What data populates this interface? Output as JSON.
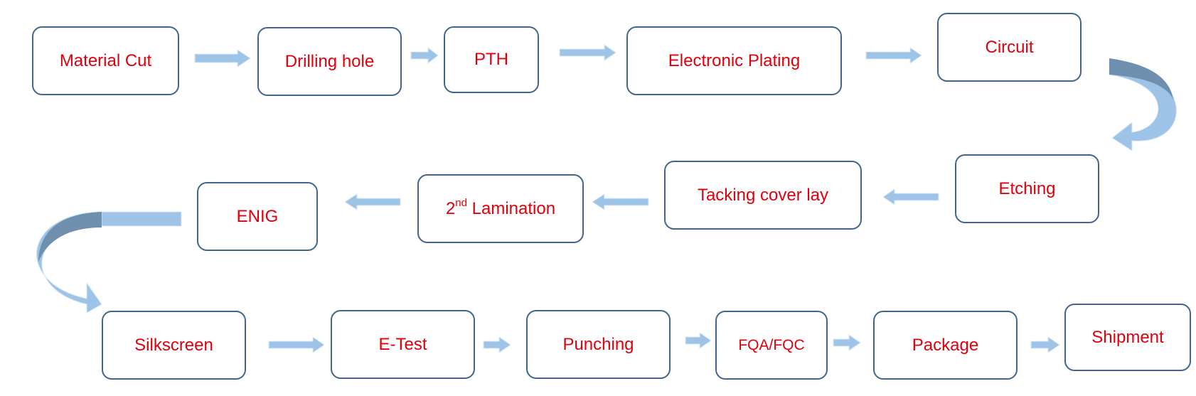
{
  "colors": {
    "box_border": "#41658e",
    "text": "#e0000d",
    "arrow_fill": "#9dc3e6",
    "arrow_dark": "#6e8fae"
  },
  "steps": [
    {
      "id": "material-cut",
      "label": "Material Cut"
    },
    {
      "id": "drilling-hole",
      "label": "Drilling hole"
    },
    {
      "id": "pth",
      "label": "PTH"
    },
    {
      "id": "electronic-plating",
      "label": "Electronic Plating"
    },
    {
      "id": "circuit",
      "label": "Circuit"
    },
    {
      "id": "etching",
      "label": "Etching"
    },
    {
      "id": "tacking-cover-lay",
      "label": "Tacking cover lay"
    },
    {
      "id": "second-lamination",
      "label_prefix": "2",
      "label_sup": "nd",
      "label_suffix": " Lamination"
    },
    {
      "id": "enig",
      "label": "ENIG"
    },
    {
      "id": "silkscreen",
      "label": "Silkscreen"
    },
    {
      "id": "e-test",
      "label": "E-Test"
    },
    {
      "id": "punching",
      "label": "Punching"
    },
    {
      "id": "fqa-fqc",
      "label": "FQA/FQC"
    },
    {
      "id": "package",
      "label": "Package"
    },
    {
      "id": "shipment",
      "label": "Shipment"
    }
  ],
  "arrows": [
    {
      "from": "material-cut",
      "to": "drilling-hole",
      "direction": "right"
    },
    {
      "from": "drilling-hole",
      "to": "pth",
      "direction": "right"
    },
    {
      "from": "pth",
      "to": "electronic-plating",
      "direction": "right"
    },
    {
      "from": "electronic-plating",
      "to": "circuit",
      "direction": "right"
    },
    {
      "from": "circuit",
      "to": "etching",
      "direction": "curved-down"
    },
    {
      "from": "etching",
      "to": "tacking-cover-lay",
      "direction": "left"
    },
    {
      "from": "tacking-cover-lay",
      "to": "second-lamination",
      "direction": "left"
    },
    {
      "from": "second-lamination",
      "to": "enig",
      "direction": "left"
    },
    {
      "from": "enig",
      "to": "silkscreen",
      "direction": "curved-down"
    },
    {
      "from": "silkscreen",
      "to": "e-test",
      "direction": "right"
    },
    {
      "from": "e-test",
      "to": "punching",
      "direction": "right"
    },
    {
      "from": "punching",
      "to": "fqa-fqc",
      "direction": "right"
    },
    {
      "from": "fqa-fqc",
      "to": "package",
      "direction": "right"
    },
    {
      "from": "package",
      "to": "shipment",
      "direction": "right"
    }
  ]
}
